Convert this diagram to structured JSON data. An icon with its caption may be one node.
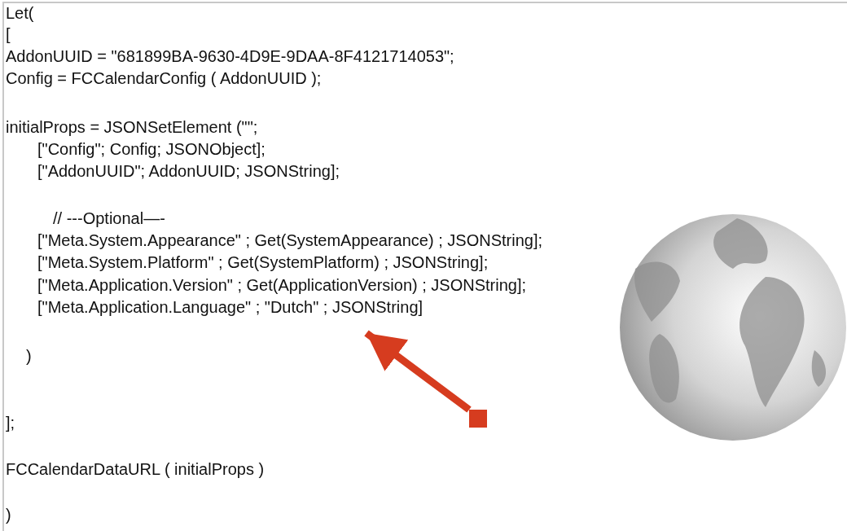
{
  "diagram": {
    "nodes": [
      {
        "text": [
          "[\"Meta.Application.Language\" ; \"Dutch\" ; JSONString]"
        ]
      },
      {
        "text": [],
        "shape": "box"
      }
    ],
    "edges": [
      {
        "from": 1,
        "to": 0,
        "arrow": "to",
        "color": "#d63c1f"
      }
    ],
    "labels": [
      "Let(",
      "[",
      "AddonUUID = \"681899BA-9630-4D9E-9DAA-8F4121714053\";",
      "Config = FCCalendarConfig ( AddonUUID );",
      "initialProps = JSONSetElement (\"\";",
      "[\"Config\"; Config; JSONObject];",
      "[\"AddonUUID\"; AddonUUID; JSONString];",
      "// ---Optional—-",
      "[\"Meta.System.Appearance\" ; Get(SystemAppearance) ; JSONString];",
      "[\"Meta.System.Platform\" ; Get(SystemPlatform) ; JSONString];",
      "[\"Meta.Application.Version\" ; Get(ApplicationVersion) ; JSONString];",
      ")",
      "];",
      "FCCalendarDataURL ( initialProps )",
      ")"
    ]
  }
}
